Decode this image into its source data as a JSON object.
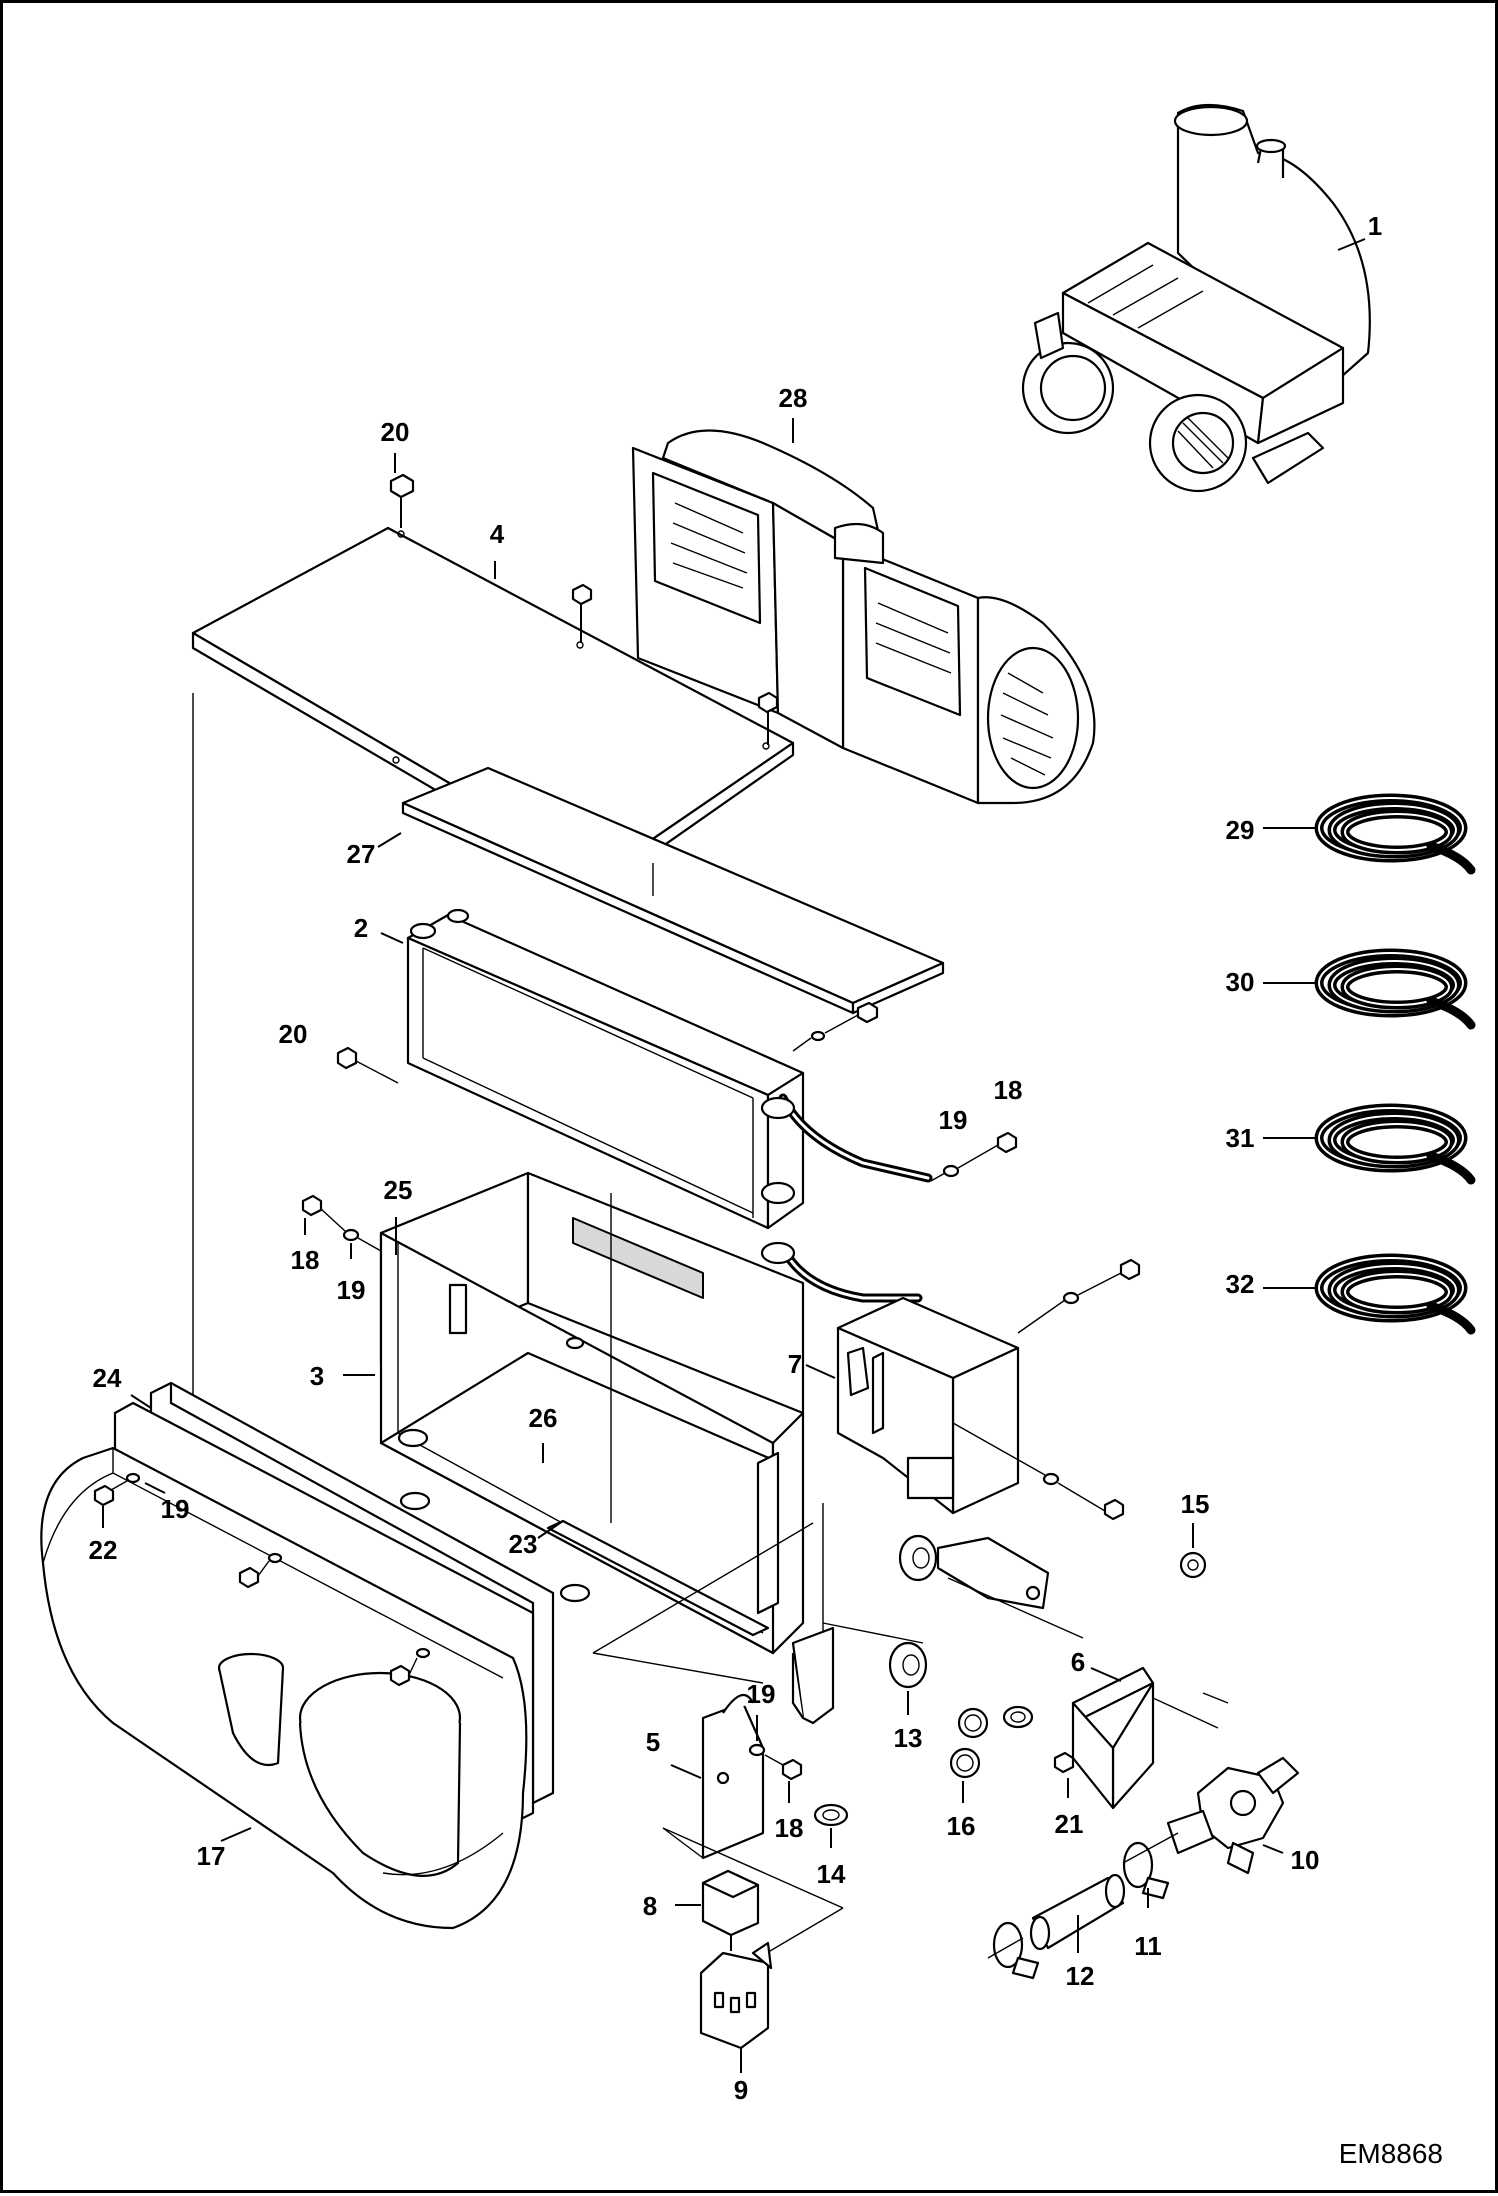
{
  "drawing_id": "EM8868",
  "callouts": [
    {
      "n": "1"
    },
    {
      "n": "28"
    },
    {
      "n": "20"
    },
    {
      "n": "4"
    },
    {
      "n": "29"
    },
    {
      "n": "27"
    },
    {
      "n": "2"
    },
    {
      "n": "30"
    },
    {
      "n": "20"
    },
    {
      "n": "18"
    },
    {
      "n": "19"
    },
    {
      "n": "31"
    },
    {
      "n": "25"
    },
    {
      "n": "18"
    },
    {
      "n": "19"
    },
    {
      "n": "32"
    },
    {
      "n": "7"
    },
    {
      "n": "3"
    },
    {
      "n": "24"
    },
    {
      "n": "26"
    },
    {
      "n": "15"
    },
    {
      "n": "19"
    },
    {
      "n": "22"
    },
    {
      "n": "23"
    },
    {
      "n": "6"
    },
    {
      "n": "19"
    },
    {
      "n": "13"
    },
    {
      "n": "5"
    },
    {
      "n": "18"
    },
    {
      "n": "16"
    },
    {
      "n": "21"
    },
    {
      "n": "10"
    },
    {
      "n": "14"
    },
    {
      "n": "17"
    },
    {
      "n": "8"
    },
    {
      "n": "11"
    },
    {
      "n": "12"
    },
    {
      "n": "9"
    }
  ],
  "legend": {
    "29": "hose-coil-icon",
    "30": "hose-coil-icon",
    "31": "hose-coil-icon",
    "32": "hose-coil-icon"
  }
}
